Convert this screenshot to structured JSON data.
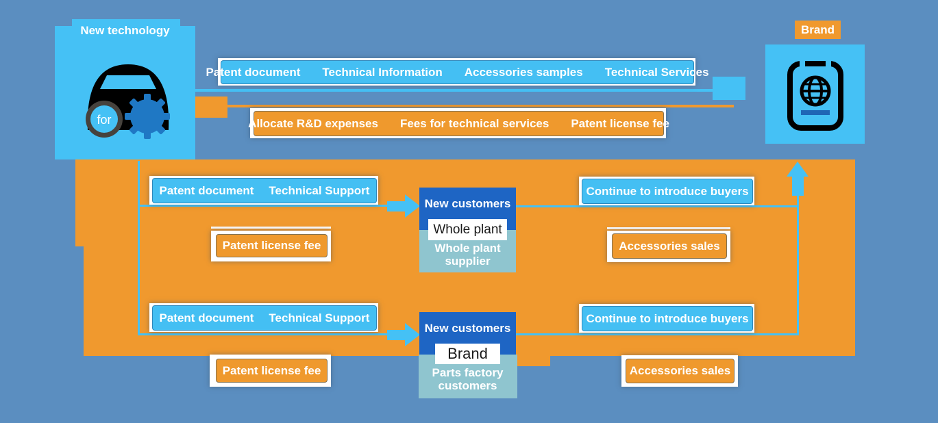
{
  "colors": {
    "background": "#5b8ec0",
    "light_blue": "#45c1f5",
    "orange": "#f0992e",
    "dark_blue": "#1e65c4",
    "teal": "#8fc5cf",
    "white": "#ffffff",
    "gear_blue": "#1f78c4"
  },
  "new_technology": {
    "label": "New technology",
    "icon": "car-gear-icon",
    "icon_text": "for"
  },
  "brand_company": {
    "label": "Brand",
    "icon": "passport-globe-icon"
  },
  "top_flow": {
    "items": [
      "Patent document",
      "Technical Information",
      "Accessories samples",
      "Technical Services"
    ]
  },
  "fees_flow": {
    "items": [
      "Allocate R&D expenses",
      "Fees for technical services",
      "Patent license fee"
    ]
  },
  "row1": {
    "provide": {
      "items": [
        "Patent document",
        "Technical Support"
      ]
    },
    "fee": "Patent license fee",
    "customer": {
      "title": "New customers",
      "product": "Whole plant",
      "subtitle": "Whole plant supplier"
    },
    "continue": "Continue to introduce buyers",
    "sales": "Accessories sales"
  },
  "row2": {
    "provide": {
      "items": [
        "Patent document",
        "Technical Support"
      ]
    },
    "fee": "Patent license fee",
    "customer": {
      "title": "New customers",
      "product": "Brand",
      "subtitle": "Parts factory customers"
    },
    "continue": "Continue to introduce buyers",
    "sales": "Accessories sales"
  }
}
